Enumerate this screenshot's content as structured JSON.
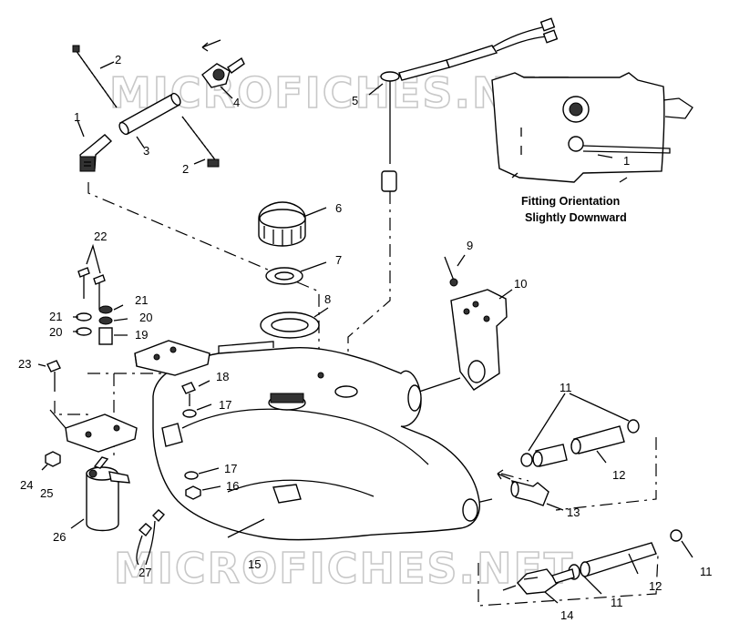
{
  "watermark": "MICROFICHES.NET",
  "inset_caption": {
    "line1": "Fitting Orientation",
    "line2": "Slightly Downward"
  },
  "callouts": {
    "c1a": "1",
    "c2a": "2",
    "c2b": "2",
    "c3": "3",
    "c4": "4",
    "c5": "5",
    "c6": "6",
    "c7": "7",
    "c8": "8",
    "c9": "9",
    "c10": "10",
    "c11a": "11",
    "c11b": "11",
    "c11c": "11",
    "c12a": "12",
    "c12b": "12",
    "c13": "13",
    "c14": "14",
    "c15": "15",
    "c16": "16",
    "c17a": "17",
    "c17b": "17",
    "c18": "18",
    "c19": "19",
    "c20a": "20",
    "c20b": "20",
    "c21a": "21",
    "c21b": "21",
    "c22": "22",
    "c23": "23",
    "c24": "24",
    "c25": "25",
    "c26": "26",
    "c27": "27",
    "c1inset": "1"
  }
}
